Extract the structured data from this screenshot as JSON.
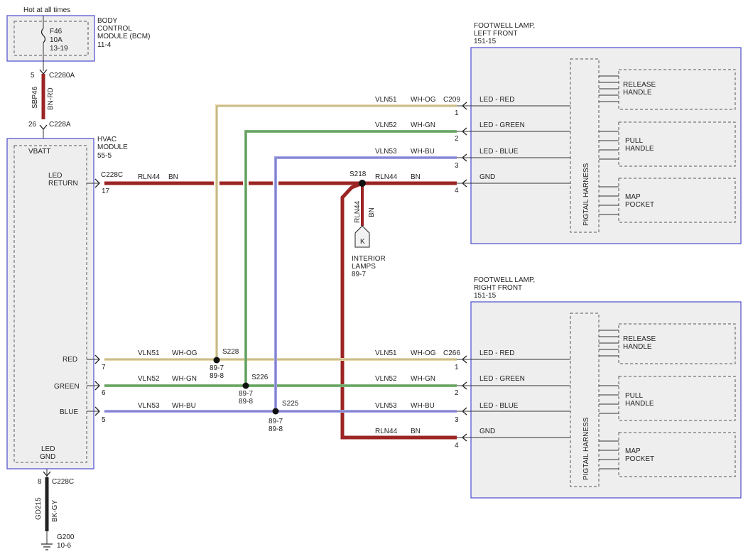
{
  "colors": {
    "brown": "#9b2424",
    "wh_og": "#e8d9a8",
    "wh_gn": "#7fb87a",
    "wh_bu": "#a3a3e8",
    "bk_gy": "#222222",
    "border": "#4b4bd0"
  },
  "bcm": {
    "hot_label": "Hot at all times",
    "fuse_id": "F46",
    "fuse_amp": "10A",
    "fuse_ref": "13-19",
    "title_l1": "BODY",
    "title_l2": "CONTROL",
    "title_l3": "MODULE (BCM)",
    "title_ref": "11-4",
    "pin_out": "5",
    "conn_out": "C2280A"
  },
  "wire_sbp46": {
    "name": "SBP46",
    "color": "BN-RD"
  },
  "hvac": {
    "pin_in": "26",
    "conn_in": "C228A",
    "title_l1": "HVAC",
    "title_l2": "MODULE",
    "title_ref": "55-5",
    "vbatt": "VBATT",
    "led_return_l1": "LED",
    "led_return_l2": "RETURN",
    "red": "RED",
    "green": "GREEN",
    "blue": "BLUE",
    "led_gnd_l1": "LED",
    "led_gnd_l2": "GND",
    "conn_top": "C228C",
    "pin_return": "17",
    "pin_red": "7",
    "pin_green": "6",
    "pin_blue": "5",
    "pin_gnd": "8",
    "conn_gnd": "C228C"
  },
  "ground": {
    "wire": "GD215",
    "color": "BK-GY",
    "name": "G200",
    "ref": "10-6"
  },
  "wires": {
    "rln44": "RLN44",
    "bn": "BN",
    "vln51": "VLN51",
    "wh_og": "WH-OG",
    "vln52": "VLN52",
    "wh_gn": "WH-GN",
    "vln53": "VLN53",
    "wh_bu": "WH-BU"
  },
  "splices": {
    "s218": "S218",
    "s228": "S228",
    "s228_ref1": "89-7",
    "s228_ref2": "89-8",
    "s226": "S226",
    "s226_ref1": "89-7",
    "s226_ref2": "89-8",
    "s225": "S225",
    "s225_ref1": "89-7",
    "s225_ref2": "89-8"
  },
  "interior": {
    "connector": "K",
    "l1": "INTERIOR",
    "l2": "LAMPS",
    "ref": "89-7"
  },
  "left_lamp": {
    "title_l1": "FOOTWELL LAMP,",
    "title_l2": "LEFT FRONT",
    "title_ref": "151-15",
    "conn": "C209",
    "pins": [
      "1",
      "2",
      "3",
      "4"
    ],
    "labels": [
      "LED - RED",
      "LED - GREEN",
      "LED - BLUE",
      "GND"
    ],
    "harness": "PIGTAIL HARNESS",
    "release_l1": "RELEASE",
    "release_l2": "HANDLE",
    "pull_l1": "PULL",
    "pull_l2": "HANDLE",
    "map_l1": "MAP",
    "map_l2": "POCKET"
  },
  "right_lamp": {
    "title_l1": "FOOTWELL LAMP,",
    "title_l2": "RIGHT FRONT",
    "title_ref": "151-15",
    "conn": "C266",
    "pins": [
      "1",
      "2",
      "3",
      "4"
    ],
    "labels": [
      "LED - RED",
      "LED - GREEN",
      "LED - BLUE",
      "GND"
    ],
    "harness": "PIGTAIL HARNESS",
    "release_l1": "RELEASE",
    "release_l2": "HANDLE",
    "pull_l1": "PULL",
    "pull_l2": "HANDLE",
    "map_l1": "MAP",
    "map_l2": "POCKET"
  }
}
